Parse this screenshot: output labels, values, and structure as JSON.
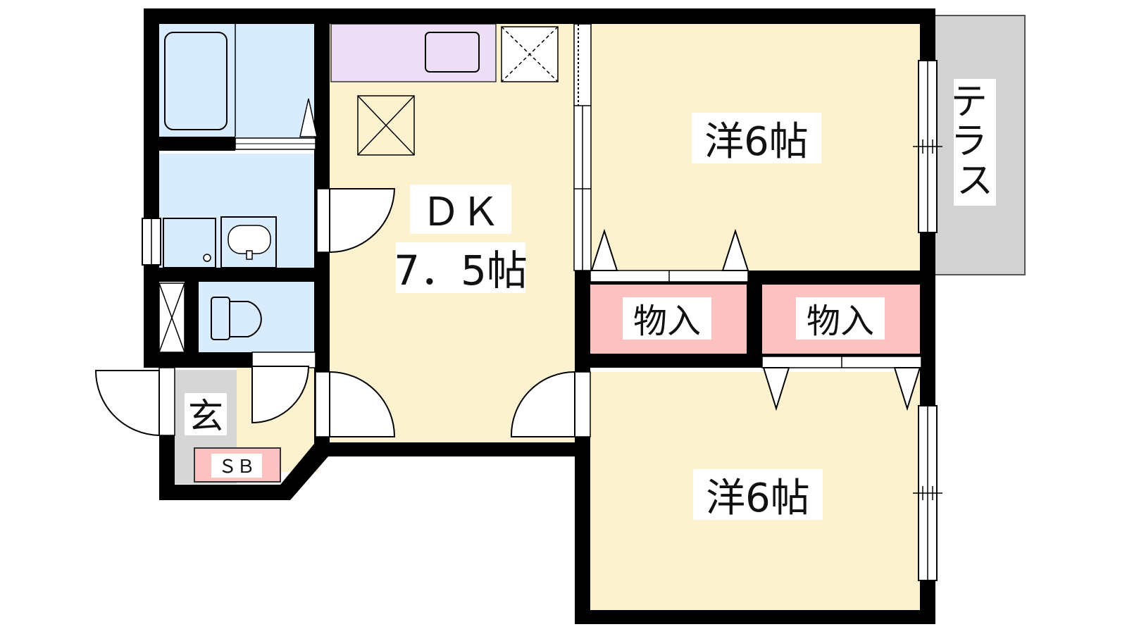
{
  "rooms": {
    "dk_title": "ＤＫ",
    "dk_size": "7．5帖",
    "western_top": "洋6帖",
    "western_bottom": "洋6帖",
    "closet_left": "物入",
    "closet_right": "物入",
    "entrance": "玄",
    "shoebox": "ＳＢ",
    "terrace": "テラス"
  },
  "colors": {
    "wall": "#000000",
    "room_fill": "#fdf2cf",
    "wet_area": "#d9ecfd",
    "closet": "#fcc2c2",
    "kitchen_counter": "#ecdff5",
    "entrance_floor": "#d6d6d6",
    "terrace": "#d2d2d2"
  }
}
